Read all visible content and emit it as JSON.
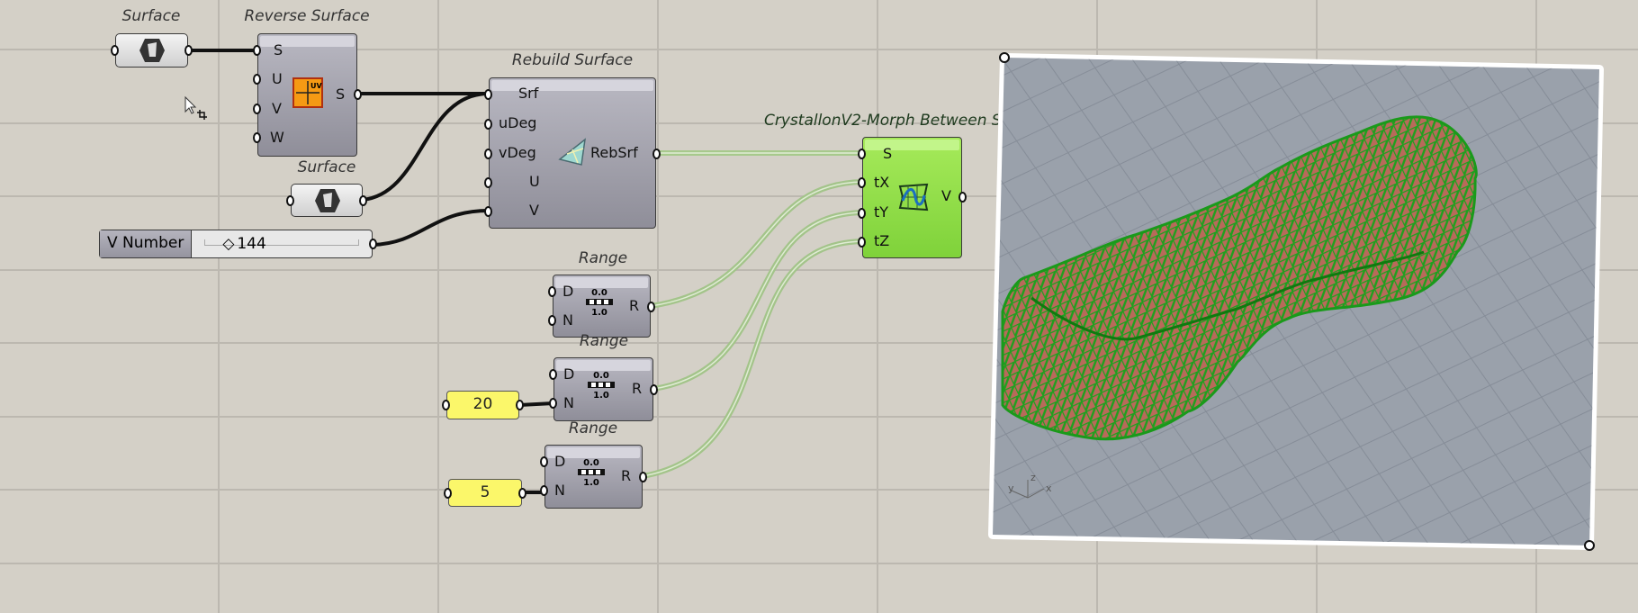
{
  "canvas": {
    "components": {
      "surface1": {
        "label": "Surface",
        "icon": "surface-param-icon"
      },
      "reverse_surface": {
        "label": "Reverse Surface",
        "inputs": [
          "S",
          "U",
          "V",
          "W"
        ],
        "outputs": [
          "S"
        ],
        "icon": "reverse-surface-icon"
      },
      "surface2": {
        "label": "Surface",
        "icon": "surface-param-icon"
      },
      "rebuild_surface": {
        "label": "Rebuild Surface",
        "inputs": [
          "Srf",
          "uDeg",
          "vDeg",
          "U",
          "V"
        ],
        "outputs": [
          "RebSrf"
        ],
        "icon": "rebuild-surface-icon"
      },
      "number_slider": {
        "name": "V Number",
        "value": "144"
      },
      "morph": {
        "label": "CrystallonV2-Morph Between S",
        "inputs": [
          "S",
          "tX",
          "tY",
          "tZ"
        ],
        "outputs": [
          "V"
        ],
        "icon": "morph-icon"
      },
      "range1": {
        "label": "Range",
        "inputs": [
          "D",
          "N"
        ],
        "outputs": [
          "R"
        ],
        "icon_top": "0.0",
        "icon_bottom": "1.0"
      },
      "range2": {
        "label": "Range",
        "inputs": [
          "D",
          "N"
        ],
        "outputs": [
          "R"
        ],
        "icon_top": "0.0",
        "icon_bottom": "1.0"
      },
      "range3": {
        "label": "Range",
        "inputs": [
          "D",
          "N"
        ],
        "outputs": [
          "R"
        ],
        "icon_top": "0.0",
        "icon_bottom": "1.0"
      },
      "panel20": {
        "value": "20"
      },
      "panel5": {
        "value": "5"
      }
    }
  },
  "viewport": {
    "axes": {
      "x": "x",
      "y": "y",
      "z": "z"
    }
  },
  "colors": {
    "canvas": "#d4d0c7",
    "component": "#a3a2ad",
    "active_component": "#8fdc48",
    "panel": "#fbf76a",
    "mesh": "#1a9a1a",
    "surface": "#c06060",
    "viewport_bg": "#9aa1ab"
  }
}
